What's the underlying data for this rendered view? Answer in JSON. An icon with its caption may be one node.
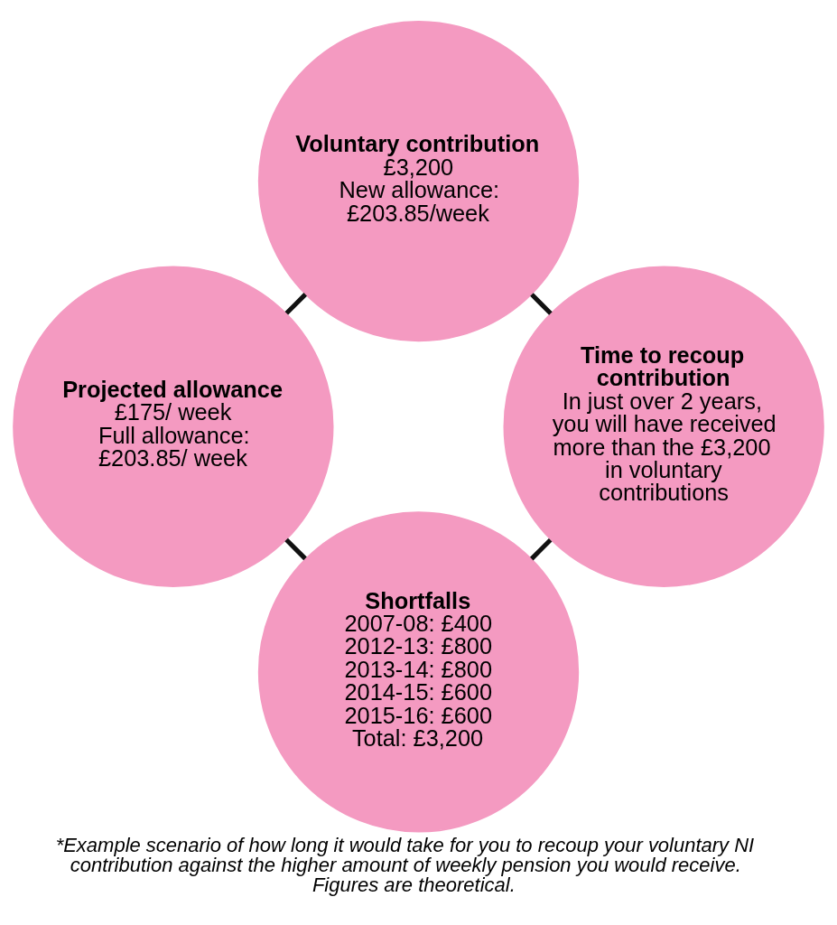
{
  "diagram": {
    "caption": "*Example scenario of how long it would take for you to recoup your voluntary NI contribution against the higher amount of weekly pension you would receive. Figures are theoretical.",
    "nodes": [
      {
        "text": [
          "Shortfalls",
          "2007-08: £400",
          "2012-13: £800",
          "2013-14: £800",
          "2014-15: £600",
          "2015-16: £600",
          "Total: £3,200"
        ]
      },
      {
        "text": [
          "Projected allowance",
          "£175/ week",
          "Full allowance: £203.85/ week"
        ]
      },
      {
        "text": [
          "Voluntary contribution",
          "£3,200",
          "New allowance: £203.85/week"
        ]
      },
      {
        "text": [
          "Time to recoup contribution",
          "In just over 2 years, you will have received more than the £3,200 in voluntary contributions"
        ]
      }
    ],
    "edges": [
      {
        "from": 0,
        "to": 1,
        "arrow": "none"
      },
      {
        "from": 1,
        "to": 2,
        "arrow": "none"
      },
      {
        "from": 2,
        "to": 3,
        "arrow": "none"
      },
      {
        "from": 3,
        "to": 0,
        "arrow": "none"
      }
    ]
  }
}
